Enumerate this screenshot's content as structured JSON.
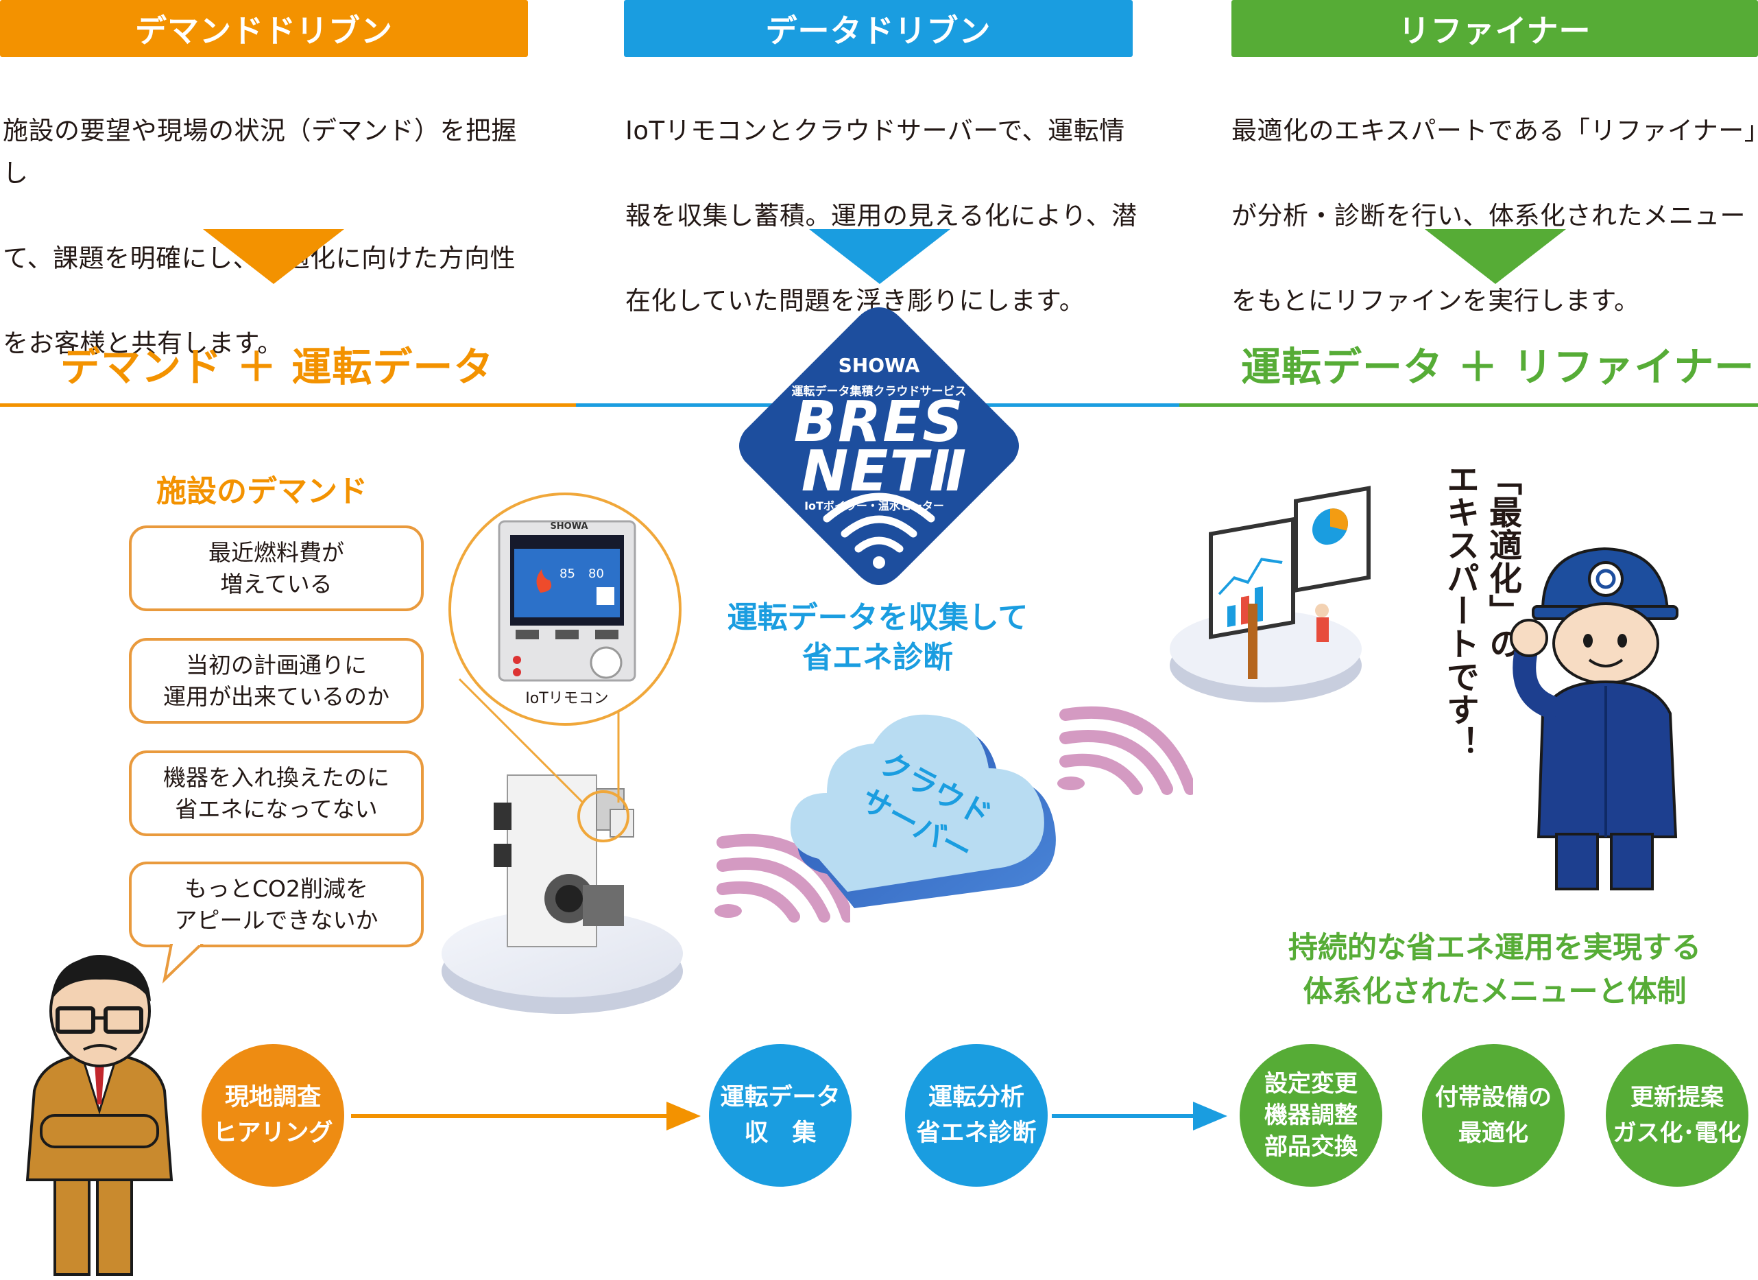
{
  "columns": [
    {
      "header": "デマンドドリブン",
      "color": "#f39200",
      "lines": [
        "施設の要望や現場の状況（デマンド）を把握し",
        "て、課題を明確にし、最適化に向けた方向性",
        "をお客様と共有します。"
      ]
    },
    {
      "header": "データドリブン",
      "color": "#1a9de0",
      "lines": [
        "IoTリモコンとクラウドサーバーで、運転情",
        "報を収集し蓄積。運用の見える化により、潜",
        "在化していた問題を浮き彫りにします。"
      ]
    },
    {
      "header": "リファイナー",
      "color": "#56ac36",
      "lines": [
        "最適化のエキスパートである「リファイナー」",
        "が分析・診断を行い、体系化されたメニュー",
        "をもとにリファインを実行します。"
      ]
    }
  ],
  "stage_left": "デマンド ＋ 運転データ",
  "stage_right": "運転データ ＋ リファイナー",
  "logo": {
    "brand": "SHOWA",
    "service": "運転データ集積クラウドサービス",
    "name_line1": "BRES",
    "name_line2": "NETⅡ",
    "sub": "IoTボイラー・温水ヒーター"
  },
  "demand": {
    "title": "施設のデマンド",
    "items": [
      "最近燃料費が\n増えている",
      "当初の計画通りに\n運用が出来ているのか",
      "機器を入れ換えたのに\n省エネになってない",
      "もっとCO2削減を\nアピールできないか"
    ]
  },
  "remote": {
    "label": "IoTリモコン",
    "brand": "SHOWA",
    "temp1": "85",
    "temp2": "80"
  },
  "collect_caption": [
    "運転データを収集して",
    "省エネ診断"
  ],
  "cloud_label": [
    "クラウド",
    "サーバー"
  ],
  "expert_caption": [
    "「最適化」の",
    "エキスパートです！"
  ],
  "green_caption": [
    "持続的な省エネ運用を実現する",
    "体系化されたメニューと体制"
  ],
  "flow": {
    "step1": "現地調査\nヒアリング",
    "step2": "運転データ\n収　集",
    "step3": "運転分析\n省エネ診断",
    "menu1": "設定変更\n機器調整\n部品交換",
    "menu2": "付帯設備の\n最適化",
    "menu3": "更新提案\nガス化･電化"
  },
  "colors": {
    "orange": "#f39200",
    "blue": "#1a9de0",
    "green": "#56ac36",
    "navy": "#1d4e9e"
  }
}
